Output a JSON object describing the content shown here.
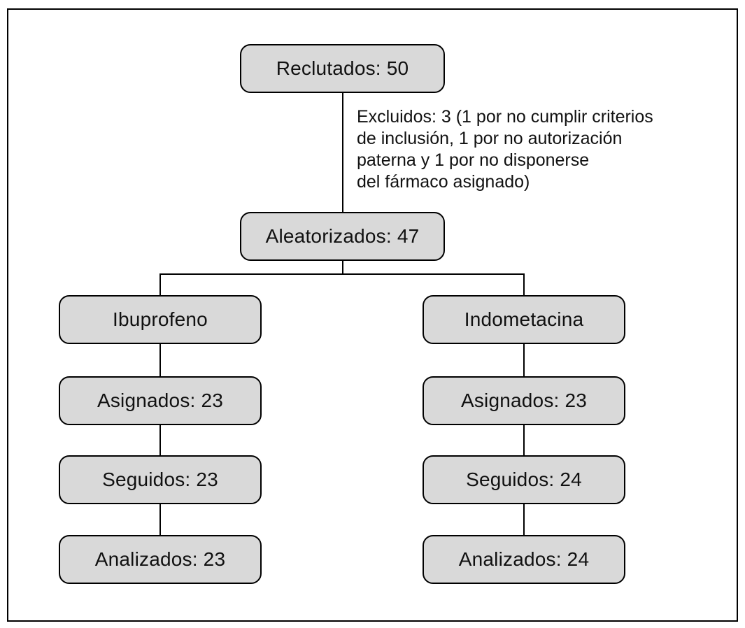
{
  "figure": {
    "type": "flow-diagram",
    "language": "es",
    "nodes": {
      "recruited": "Reclutados: 50",
      "randomized": "Aleatorizados: 47",
      "exclusion_note": "Excluidos: 3 (1 por no cumplir criterios\nde inclusión, 1 por no autorización\npaterna y 1 por no disponerse\ndel fármaco asignado)",
      "arm_left": {
        "name": "Ibuprofeno",
        "assigned": "Asignados: 23",
        "followed": "Seguidos: 23",
        "analyzed": "Analizados: 23"
      },
      "arm_right": {
        "name": "Indometacina",
        "assigned": "Asignados: 23",
        "followed": "Seguidos: 24",
        "analyzed": "Analizados: 24"
      }
    },
    "counts": {
      "recruited": 50,
      "excluded": 3,
      "randomized": 47,
      "ibuprofeno": {
        "assigned": 23,
        "followed": 23,
        "analyzed": 23
      },
      "indometacina": {
        "assigned": 23,
        "followed": 24,
        "analyzed": 24
      }
    },
    "colors": {
      "box_fill": "#d9d9d9",
      "box_border": "#000000",
      "line": "#000000",
      "background": "#ffffff",
      "text": "#111111"
    }
  }
}
